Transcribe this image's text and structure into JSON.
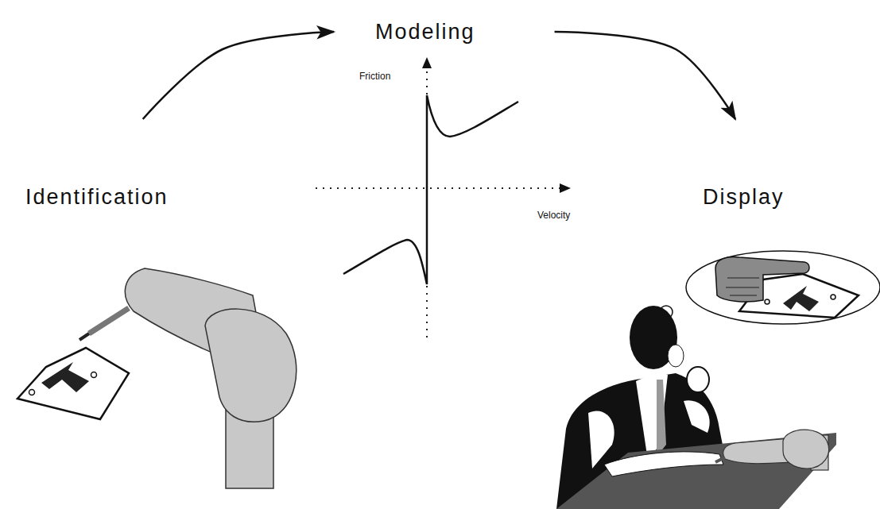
{
  "diagram": {
    "nodes": [
      {
        "text": [
          "Identification"
        ]
      },
      {
        "text": [
          "Modeling"
        ]
      },
      {
        "text": [
          "Display"
        ]
      }
    ],
    "edges": [
      {
        "from": 0,
        "to": 1,
        "arrow": "to"
      },
      {
        "from": 1,
        "to": 2,
        "arrow": "to"
      }
    ],
    "labels": [
      "Friction",
      "Velocity"
    ]
  }
}
